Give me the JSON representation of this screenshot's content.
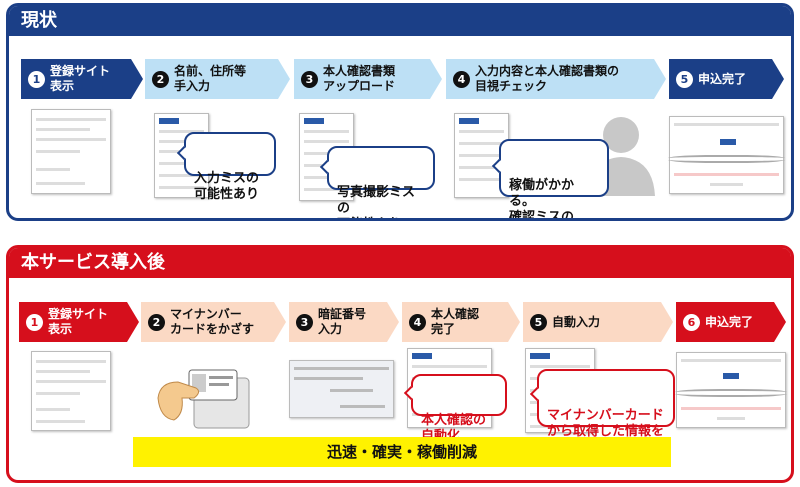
{
  "current": {
    "title": "現状",
    "steps": [
      {
        "num": "1",
        "label": "登録サイト\n表示"
      },
      {
        "num": "2",
        "label": "名前、住所等\n手入力"
      },
      {
        "num": "3",
        "label": "本人確認書類\nアップロード"
      },
      {
        "num": "4",
        "label": "入力内容と本人確認書類の\n目視チェック"
      },
      {
        "num": "5",
        "label": "申込完了"
      }
    ],
    "callouts": [
      {
        "text": "入力ミスの\n可能性あり"
      },
      {
        "text": "写真撮影ミスの\n可能性あり"
      },
      {
        "text": "稼働がかかる。\n確認ミスの\n可能性あり"
      }
    ]
  },
  "new_service": {
    "title": "本サービス導入後",
    "steps": [
      {
        "num": "1",
        "label": "登録サイト\n表示"
      },
      {
        "num": "2",
        "label": "マイナンバー\nカードをかざす"
      },
      {
        "num": "3",
        "label": "暗証番号\n入力"
      },
      {
        "num": "4",
        "label": "本人確認\n完了"
      },
      {
        "num": "5",
        "label": "自動入力"
      },
      {
        "num": "6",
        "label": "申込完了"
      }
    ],
    "callouts": [
      {
        "text": "本人確認の\n自動化"
      },
      {
        "text": "マイナンバーカード\nから取得した情報を\n自動入力"
      }
    ],
    "banner": "迅速・確実・稼働削減"
  },
  "colors": {
    "current_accent": "#1b3f87",
    "new_accent": "#d60f1c",
    "banner": "#fff200"
  }
}
